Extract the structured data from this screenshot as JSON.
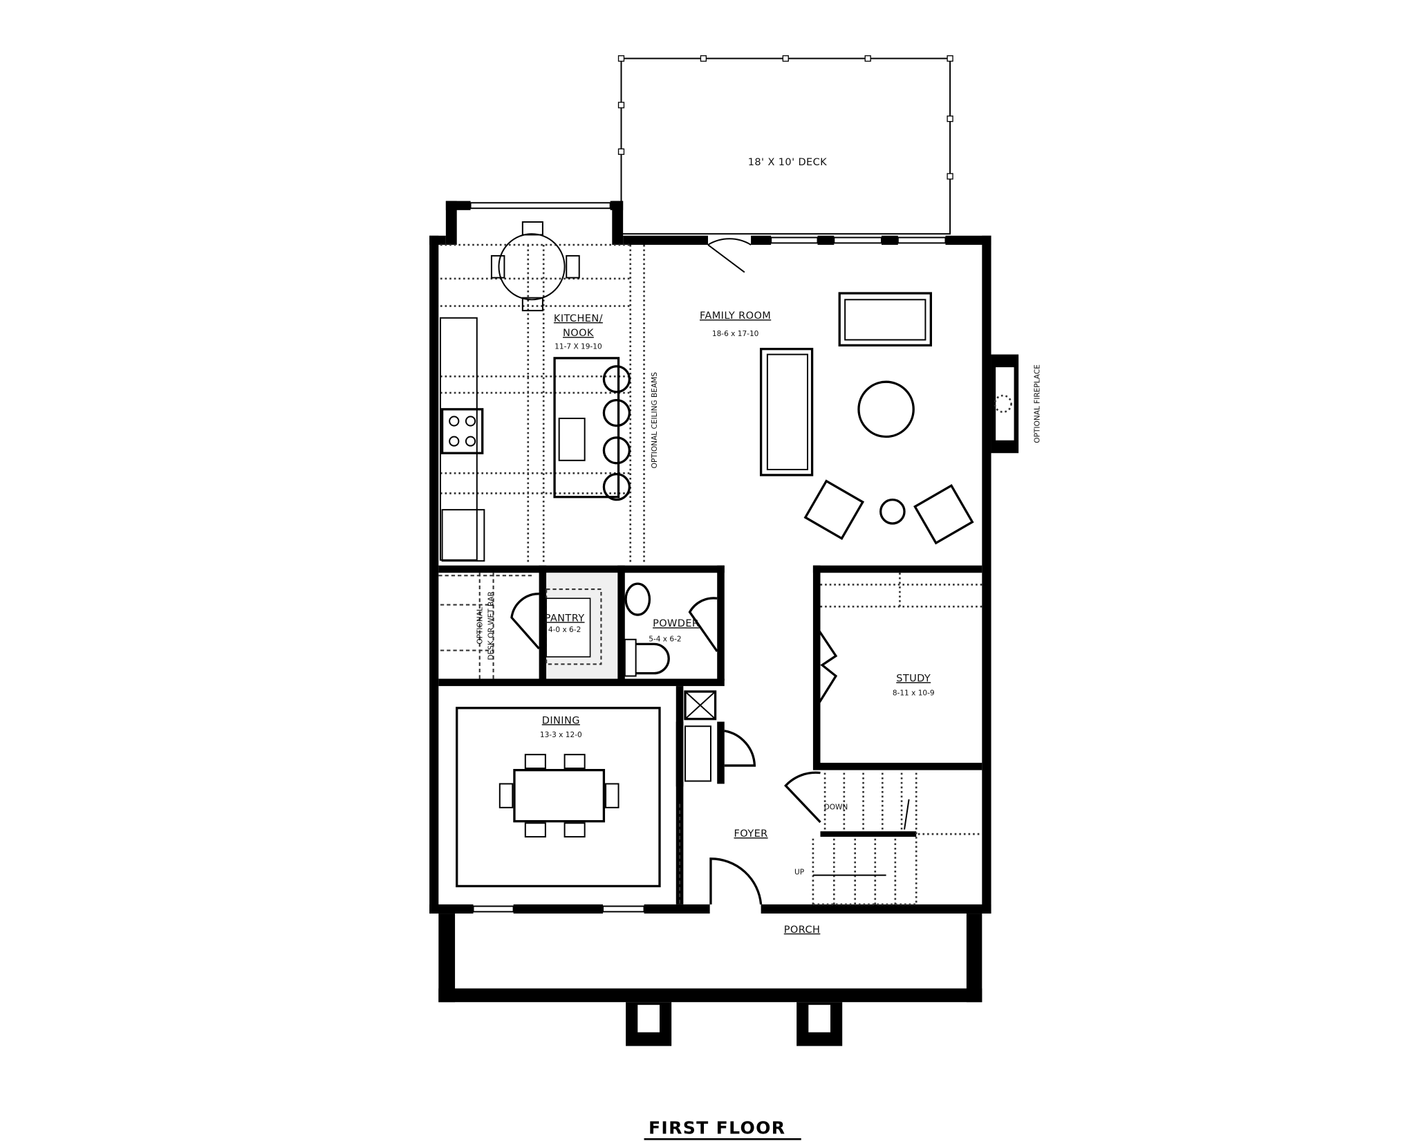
{
  "plan": {
    "title": "FIRST FLOOR",
    "deck": {
      "label": "18' X 10' DECK"
    },
    "kitchen": {
      "name_line1": "KITCHEN/",
      "name_line2": "NOOK",
      "size": "11-7 X 19-10"
    },
    "family_room": {
      "name": "FAMILY ROOM",
      "size": "18-6 x 17-10"
    },
    "ceiling_beams_note": "OPTIONAL CEILING BEAMS",
    "fireplace_note": "OPTIONAL FIREPLACE",
    "pantry": {
      "name": "PANTRY",
      "size": "4-0 x 6-2"
    },
    "powder": {
      "name": "POWDER",
      "size": "5-4 x 6-2"
    },
    "desk_note_line1": "OPTIONAL",
    "desk_note_line2": "DESK OR WET BAR",
    "study": {
      "name": "STUDY",
      "size": "8-11 x 10-9"
    },
    "dining": {
      "name": "DINING",
      "size": "13-3 x 12-0"
    },
    "foyer": {
      "name": "FOYER"
    },
    "stairs": {
      "down_label": "DOWN",
      "up_label": "UP"
    },
    "porch": {
      "name": "PORCH"
    }
  }
}
